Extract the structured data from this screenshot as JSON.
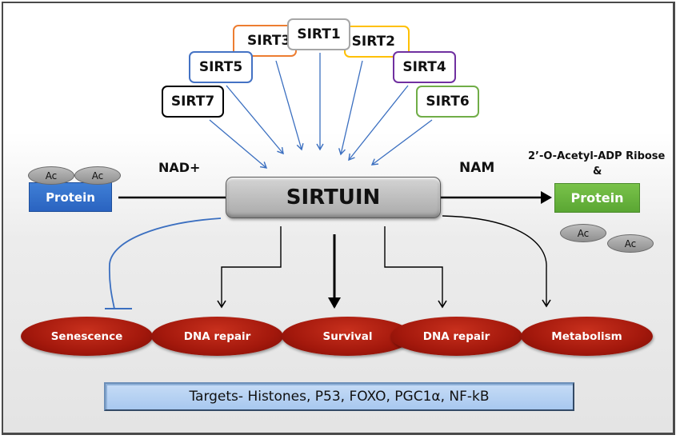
{
  "diagram": {
    "enzymes": [
      {
        "id": "sirt1",
        "label": "SIRT1",
        "color": "#a6a6a6"
      },
      {
        "id": "sirt3",
        "label": "SIRT3",
        "color": "#ed7d31"
      },
      {
        "id": "sirt2",
        "label": "SIRT2",
        "color": "#ffc000"
      },
      {
        "id": "sirt5",
        "label": "SIRT5",
        "color": "#4472c4"
      },
      {
        "id": "sirt4",
        "label": "SIRT4",
        "color": "#7030a0"
      },
      {
        "id": "sirt7",
        "label": "SIRT7",
        "color": "#000000"
      },
      {
        "id": "sirt6",
        "label": "SIRT6",
        "color": "#70ad47"
      }
    ],
    "center": {
      "label": "SIRTUIN"
    },
    "cofactor": {
      "label": "NAD+"
    },
    "byproduct": {
      "label": "NAM"
    },
    "substrate": {
      "label": "Protein",
      "color": "#2f6cc8",
      "acetyl_groups": [
        "Ac",
        "Ac"
      ]
    },
    "product": {
      "label": "Protein",
      "color": "#66b23a",
      "caption_line1": "2’-O-Acetyl-ADP Ribose",
      "caption_line2": "&",
      "released_acetyl_groups": [
        "Ac",
        "Ac"
      ]
    },
    "outcomes": [
      {
        "label": "Senescence",
        "effect": "inhibits"
      },
      {
        "label": "DNA repair",
        "effect": "promotes"
      },
      {
        "label": "Survival",
        "effect": "promotes"
      },
      {
        "label": "DNA repair",
        "effect": "promotes"
      },
      {
        "label": "Metabolism",
        "effect": "promotes"
      }
    ],
    "outcome_color": "#a8180c",
    "targets": "Targets- Histones, P53, FOXO, PGC1α, NF-kB",
    "arrow_color_enzymes": "#3b6fc0",
    "inhibit_color": "#3b6fc0"
  }
}
